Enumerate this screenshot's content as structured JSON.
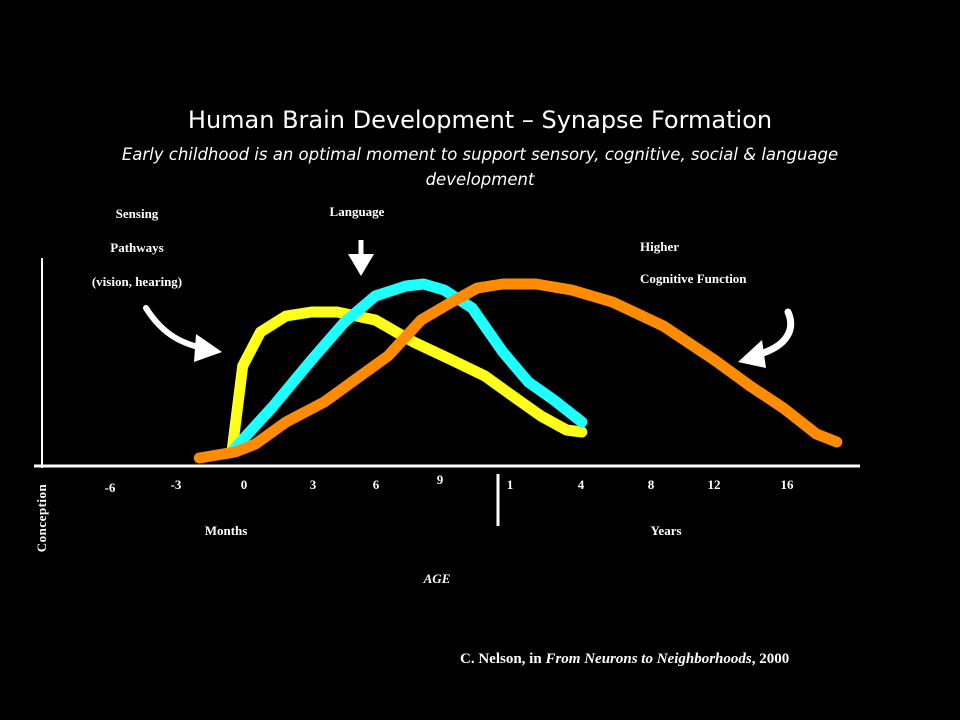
{
  "chart_data": {
    "type": "line",
    "title": "Human Brain Development – Synapse Formation",
    "subtitle": "Early childhood is an optimal moment to support sensory, cognitive, social  & language development",
    "xlabel": "AGE",
    "ylabel": "",
    "segment_labels": {
      "months": "Months",
      "years": "Years"
    },
    "y_axis_marker_label": "Conception",
    "x_ticks": [
      "-6",
      "-3",
      "0",
      "3",
      "6",
      "9",
      "1",
      "4",
      "8",
      "12",
      "16"
    ],
    "ylim": [
      0,
      100
    ],
    "grid": false,
    "series": [
      {
        "name": "Sensing Pathways (vision, hearing)",
        "color": "#ffff1a",
        "points": [
          [
            -0.1,
            7
          ],
          [
            0.3,
            48
          ],
          [
            1.0,
            65
          ],
          [
            2.0,
            73
          ],
          [
            3.0,
            75
          ],
          [
            4.0,
            75
          ],
          [
            5.5,
            71
          ],
          [
            7.0,
            60
          ],
          [
            8.5,
            51
          ],
          [
            9.8,
            43
          ],
          [
            11.0,
            32
          ],
          [
            12.0,
            23
          ],
          [
            13.0,
            16
          ],
          [
            13.6,
            15
          ]
        ]
      },
      {
        "name": "Language",
        "color": "#1effff",
        "points": [
          [
            0.0,
            7
          ],
          [
            1.5,
            28
          ],
          [
            3.0,
            51
          ],
          [
            4.3,
            70
          ],
          [
            5.5,
            83
          ],
          [
            6.7,
            88
          ],
          [
            7.4,
            89
          ],
          [
            8.2,
            86
          ],
          [
            9.3,
            77
          ],
          [
            10.5,
            55
          ],
          [
            11.5,
            40
          ],
          [
            12.5,
            31
          ],
          [
            13.6,
            20
          ]
        ]
      },
      {
        "name": "Higher Cognitive Function",
        "color": "#ff8c00",
        "points": [
          [
            -1.4,
            2
          ],
          [
            0.0,
            5
          ],
          [
            0.8,
            9
          ],
          [
            2.0,
            20
          ],
          [
            3.5,
            30
          ],
          [
            4.8,
            42
          ],
          [
            6.0,
            53
          ],
          [
            7.3,
            71
          ],
          [
            8.5,
            80
          ],
          [
            9.5,
            87
          ],
          [
            10.5,
            89
          ],
          [
            11.8,
            89
          ],
          [
            13.2,
            86
          ],
          [
            14.8,
            80
          ],
          [
            16.8,
            68
          ],
          [
            18.8,
            51
          ],
          [
            20.2,
            38
          ],
          [
            21.5,
            27
          ],
          [
            22.8,
            14
          ],
          [
            23.6,
            10
          ]
        ]
      }
    ]
  },
  "labels": {
    "sensing": [
      "Sensing",
      "Pathways",
      "(vision, hearing)"
    ],
    "language": "Language",
    "higher": [
      "Higher",
      "Cognitive Function"
    ]
  },
  "citation": {
    "prefix": "C. Nelson, in ",
    "source": "From Neurons to Neighborhoods",
    "suffix": ", 2000"
  },
  "colors": {
    "background": "#000000",
    "sensing": "#ffff1a",
    "language": "#1effff",
    "higher": "#ff8c00",
    "axis": "#ffffff"
  }
}
